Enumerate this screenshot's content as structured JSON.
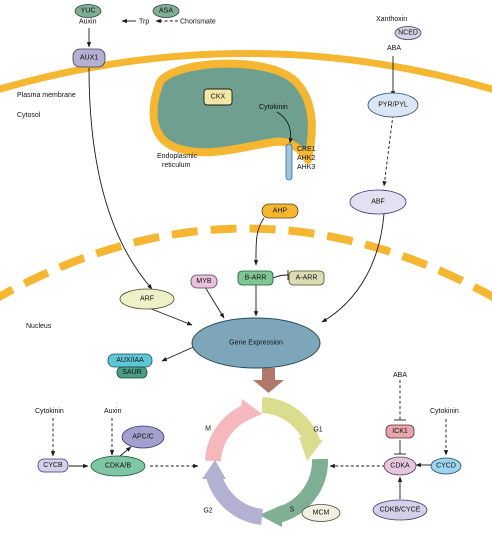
{
  "regions": {
    "plasma_membrane": "Plasma membrane",
    "cytosol": "Cytosol",
    "er": [
      "Endoplasmic",
      "reticulum"
    ],
    "nucleus": "Nucleus"
  },
  "inputs": {
    "auxin_top": "Auxin",
    "trp": "Trp",
    "chorismate": "Chorismate",
    "xanthoxin": "Xanthoxin",
    "aba_top": "ABA",
    "cytokinin_er": "Cytokinin",
    "receptors": [
      "CRE1",
      "AHK2",
      "AHK3"
    ],
    "cytokinin_left": "Cytokinin",
    "auxin_left": "Auxin",
    "aba_right": "ABA",
    "cytokinin_right": "Cytokinin"
  },
  "nodes": {
    "yuc": "YUC",
    "asa": "ASA",
    "nced": "NCED",
    "aux1": "AUX1",
    "ckx": "CKX",
    "pyr": "PYR/PYL",
    "ahp": "AHP",
    "abf": "ABF",
    "myb": "MYB",
    "barr": "B-ARR",
    "aarr": "A-ARR",
    "arf": "ARF",
    "gene_expression": "Gene Expression",
    "auxiaa": "AUX/IAA",
    "saur": "SAUR",
    "apcc": "APC/C",
    "cycb": "CYCB",
    "cdkab": "CDKA/B",
    "ick1": "ICK1",
    "cdka": "CDKA",
    "cycd": "CYCD",
    "cdkbcyce": "CDKB/CYCE",
    "mcm": "MCM"
  },
  "cell_cycle": {
    "phases": [
      "M",
      "G1",
      "S",
      "G2"
    ]
  },
  "colors": {
    "membrane": "#f5b731",
    "er_lumen": "#6f9f8f",
    "gene_expression": "#7ea6bb",
    "phase_m": "#f5b8bd",
    "phase_g1": "#dcdc8e",
    "phase_s": "#7faf94",
    "phase_g2": "#b3b1d2",
    "big_arrow": "#b07868"
  }
}
